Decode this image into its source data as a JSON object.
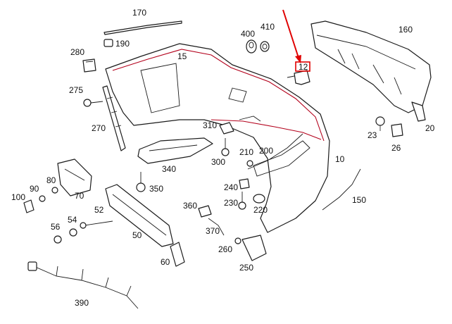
{
  "diagram": {
    "part_numbers": [
      "170",
      "190",
      "280",
      "15",
      "275",
      "270",
      "400",
      "410",
      "12",
      "160",
      "23",
      "20",
      "26",
      "310",
      "300",
      "210",
      "200",
      "10",
      "340",
      "350",
      "80",
      "90",
      "100",
      "70",
      "52",
      "54",
      "56",
      "50",
      "60",
      "240",
      "230",
      "220",
      "150",
      "360",
      "370",
      "260",
      "250",
      "390"
    ],
    "highlighted_part": "12",
    "colors": {
      "line": "#1a1a1a",
      "accent_red": "#b3001b",
      "background": "#ffffff"
    }
  }
}
